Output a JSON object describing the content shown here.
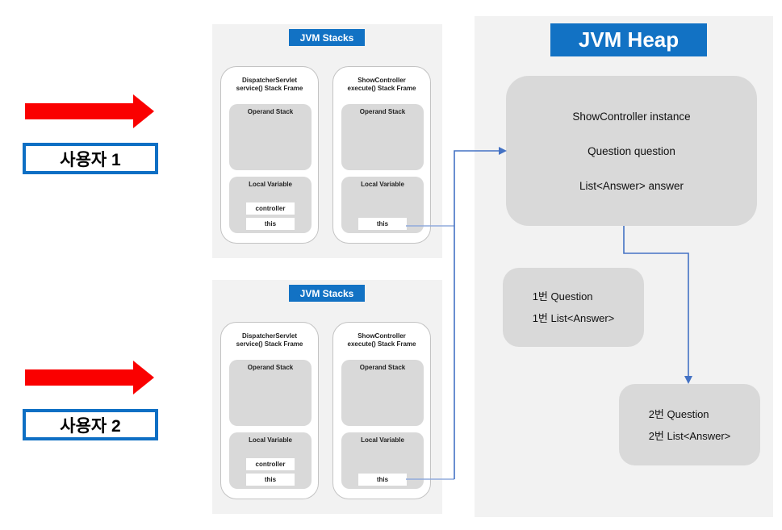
{
  "users": [
    {
      "label": "사용자 1"
    },
    {
      "label": "사용자 2"
    }
  ],
  "stacks": {
    "title": "JVM Stacks",
    "frames": [
      {
        "title_line1": "DispatcherServlet",
        "title_line2": "service() Stack Frame",
        "operand_label": "Operand Stack",
        "local_label": "Local Variable",
        "slots": [
          "controller",
          "this"
        ]
      },
      {
        "title_line1": "ShowController",
        "title_line2": "execute() Stack Frame",
        "operand_label": "Operand Stack",
        "local_label": "Local Variable",
        "slots": [
          "this"
        ]
      }
    ]
  },
  "heap": {
    "title": "JVM Heap",
    "instance_box": {
      "line1": "ShowController instance",
      "line2": "Question question",
      "line3": "List<Answer> answer"
    },
    "question1": {
      "line1": "1번 Question",
      "line2": "1번 List<Answer>"
    },
    "question2": {
      "line1": "2번 Question",
      "line2": "2번 List<Answer>"
    }
  },
  "colors": {
    "accent_blue": "#1272c4",
    "connector_blue": "#4472c4",
    "connector_light_blue": "#8faadc",
    "arrow_red": "#fa0000",
    "panel_bg": "#f2f2f2",
    "box_gray": "#d9d9d9"
  }
}
